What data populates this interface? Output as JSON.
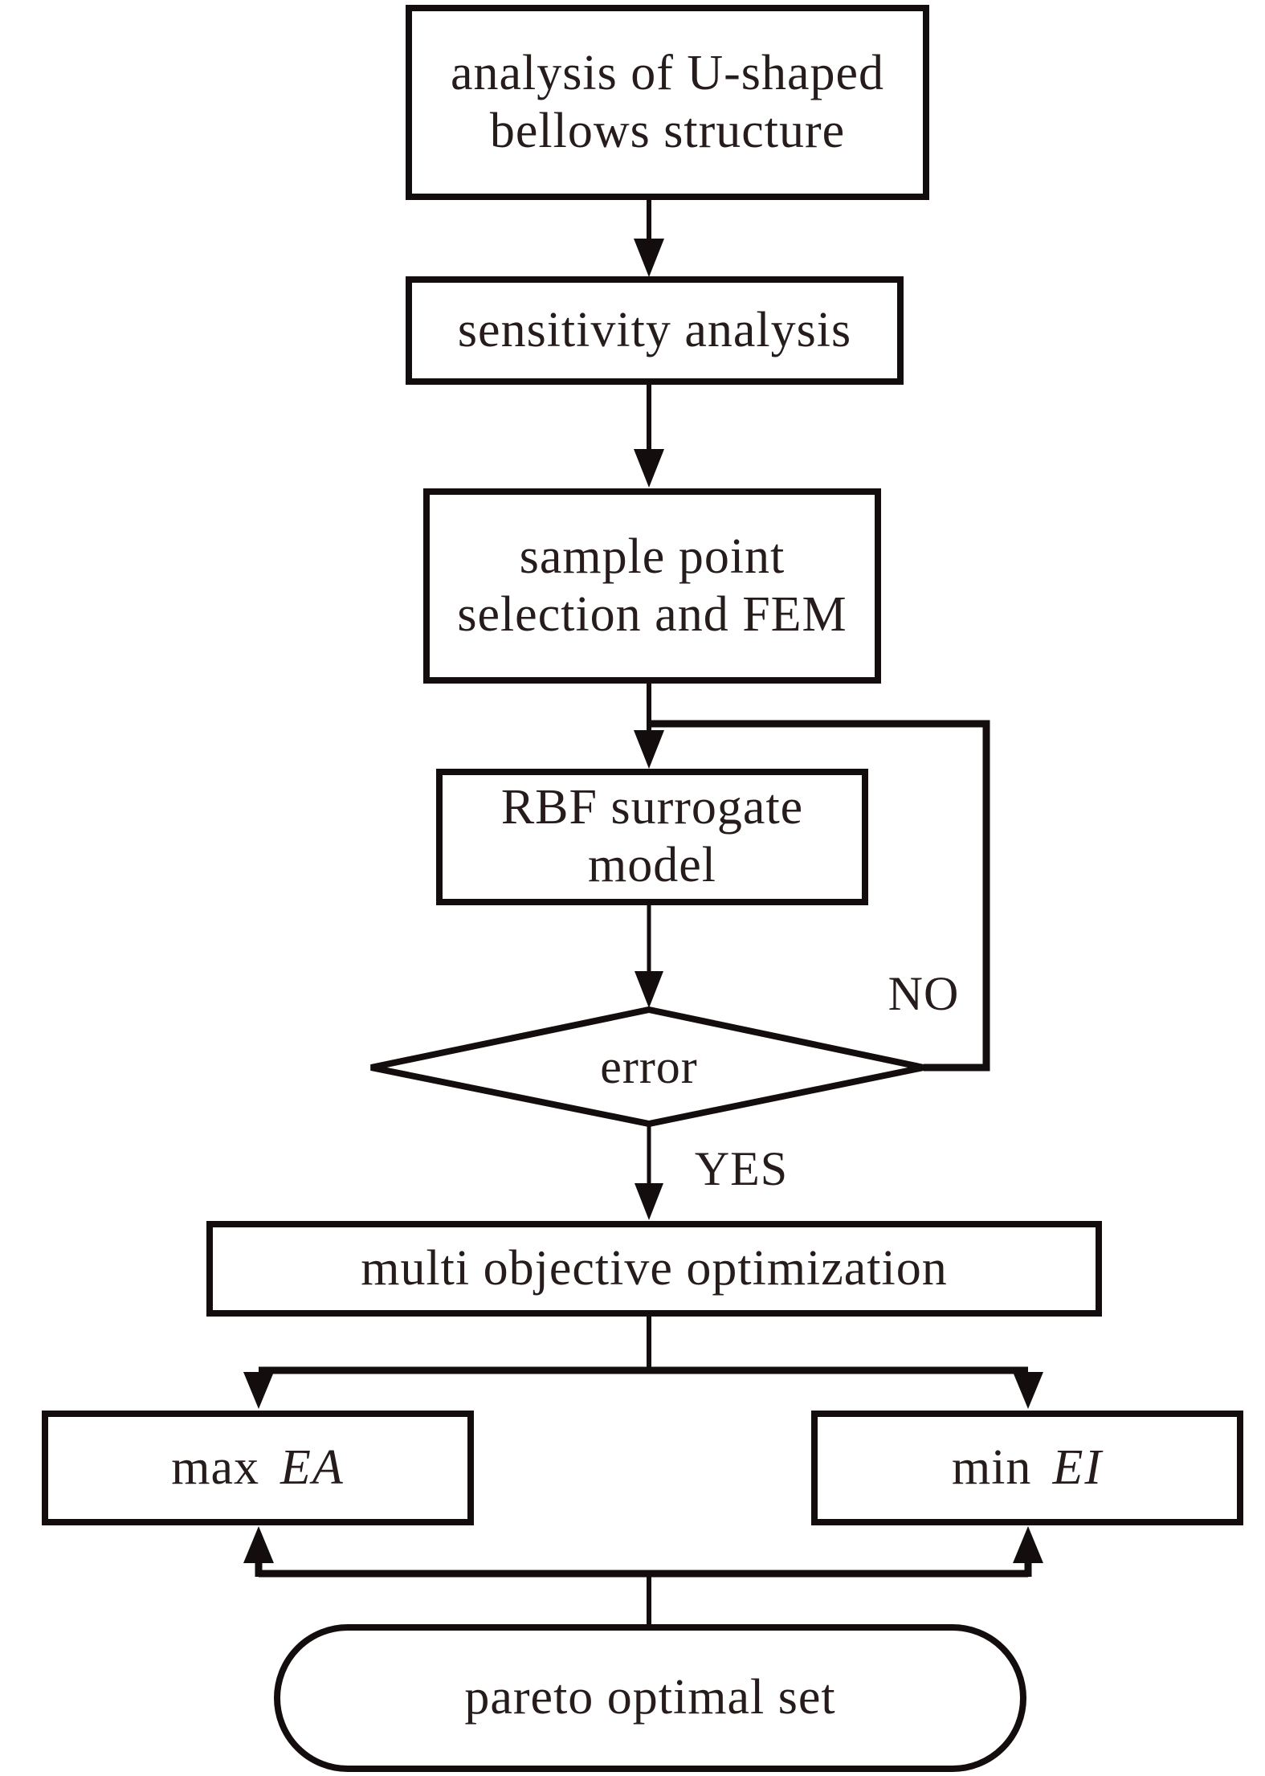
{
  "figure": {
    "background_color": "#ffffff",
    "ink_color": "#140d0d",
    "text_color": "#261c1c",
    "nodes": {
      "analysis": {
        "lines": [
          "analysis of U-shaped",
          "bellows structure"
        ]
      },
      "sensitivity": {
        "label": "sensitivity analysis"
      },
      "sample_fem": {
        "lines": [
          "sample point",
          "selection and FEM"
        ]
      },
      "rbf": {
        "lines": [
          "RBF surrogate",
          "model"
        ]
      },
      "error_decision": {
        "label": "error"
      },
      "multi_objective": {
        "label": "multi objective optimization"
      },
      "max_ea": {
        "prefix": "max",
        "symbol": "EA"
      },
      "min_ei": {
        "prefix": "min",
        "symbol": "EI"
      },
      "pareto": {
        "label": "pareto optimal set"
      }
    },
    "edge_labels": {
      "no": "NO",
      "yes": "YES"
    }
  }
}
